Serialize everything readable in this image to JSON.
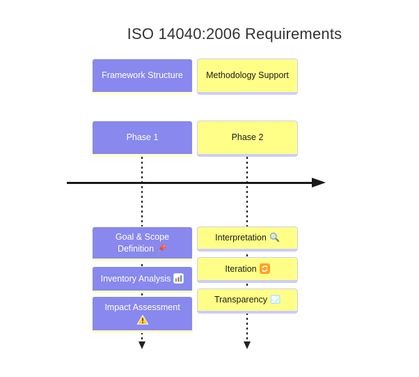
{
  "title": "ISO 14040:2006 Requirements",
  "colors": {
    "purple_fill": "#8888ee",
    "purple_border": "#ffffcc",
    "yellow_fill": "#ffff88",
    "yellow_border": "#ccccff",
    "arrow": "#1a1a1a",
    "title_text": "#333333"
  },
  "left_column": {
    "header": "Framework Structure",
    "phase": "Phase 1",
    "items": [
      {
        "label": "Goal & Scope Definition",
        "icon": "pushpin-icon"
      },
      {
        "label": "Inventory Analysis",
        "icon": "bar-chart-icon"
      },
      {
        "label": "Impact Assessment",
        "icon": "warning-icon"
      }
    ]
  },
  "right_column": {
    "header": "Methodology Support",
    "phase": "Phase 2",
    "items": [
      {
        "label": "Interpretation",
        "icon": "magnifier-icon"
      },
      {
        "label": "Iteration",
        "icon": "repeat-icon"
      },
      {
        "label": "Transparency",
        "icon": "transparency-icon"
      }
    ]
  }
}
